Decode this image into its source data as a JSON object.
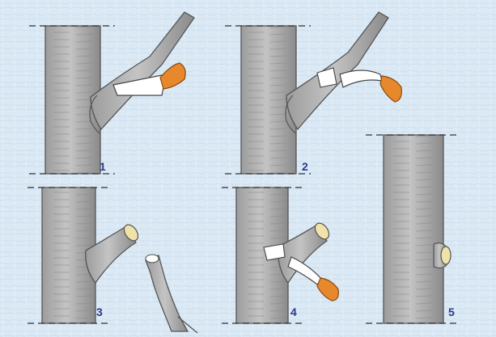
{
  "diagram": {
    "steps": [
      {
        "label": "1"
      },
      {
        "label": "2"
      },
      {
        "label": "3"
      },
      {
        "label": "4"
      },
      {
        "label": "5"
      }
    ],
    "colors": {
      "background": "#dbe9f5",
      "bark": "#b3b3b3",
      "bark_shadow": "#8d8d8d",
      "cut_wood": "#f0e2a8",
      "saw_blade": "#ffffff",
      "saw_handle": "#e8882c",
      "label": "#2a3a8c"
    },
    "icons": [
      "saw-icon",
      "trunk-icon",
      "branch-icon"
    ]
  }
}
